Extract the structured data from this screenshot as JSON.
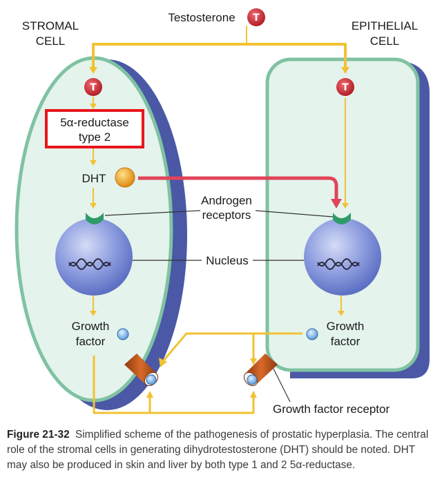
{
  "labels": {
    "testosterone": "Testosterone",
    "stromal_line1": "STROMAL",
    "stromal_line2": "CELL",
    "epithelial_line1": "EPITHELIAL",
    "epithelial_line2": "CELL",
    "enzyme_line1": "5α-reductase",
    "enzyme_line2": "type 2",
    "dht": "DHT",
    "androgen_line1": "Androgen",
    "androgen_line2": "receptors",
    "nucleus": "Nucleus",
    "growth_factor_left_1": "Growth",
    "growth_factor_left_2": "factor",
    "growth_factor_right_1": "Growth",
    "growth_factor_right_2": "factor",
    "gf_receptor": "Growth factor receptor"
  },
  "icons": {
    "testosterone_symbol": "T"
  },
  "caption": {
    "figure_label": "Figure 21-32",
    "text": "Simplified scheme of the pathogenesis of prostatic hyperplasia. The central role of the stromal cells in generating dihydrotestosterone (DHT) should be noted. DHT may also be produced in skin and liver by both type 1 and 2 5α-reductase."
  },
  "colors": {
    "cell_fill": "#e4f3ec",
    "cell_border": "#7fc2a2",
    "cell_shadow": "#4a58a6",
    "arrow_yellow": "#f1c232",
    "dht_arrow_red": "#e0445a",
    "highlight_box": "#e8151b",
    "testosterone_red": "#c8262e",
    "dht_orange": "#f0a41a",
    "nucleus_blue": "#7d8fdc",
    "receptor_green": "#2f9a68",
    "gf_receptor_brown": "#b5521c"
  }
}
